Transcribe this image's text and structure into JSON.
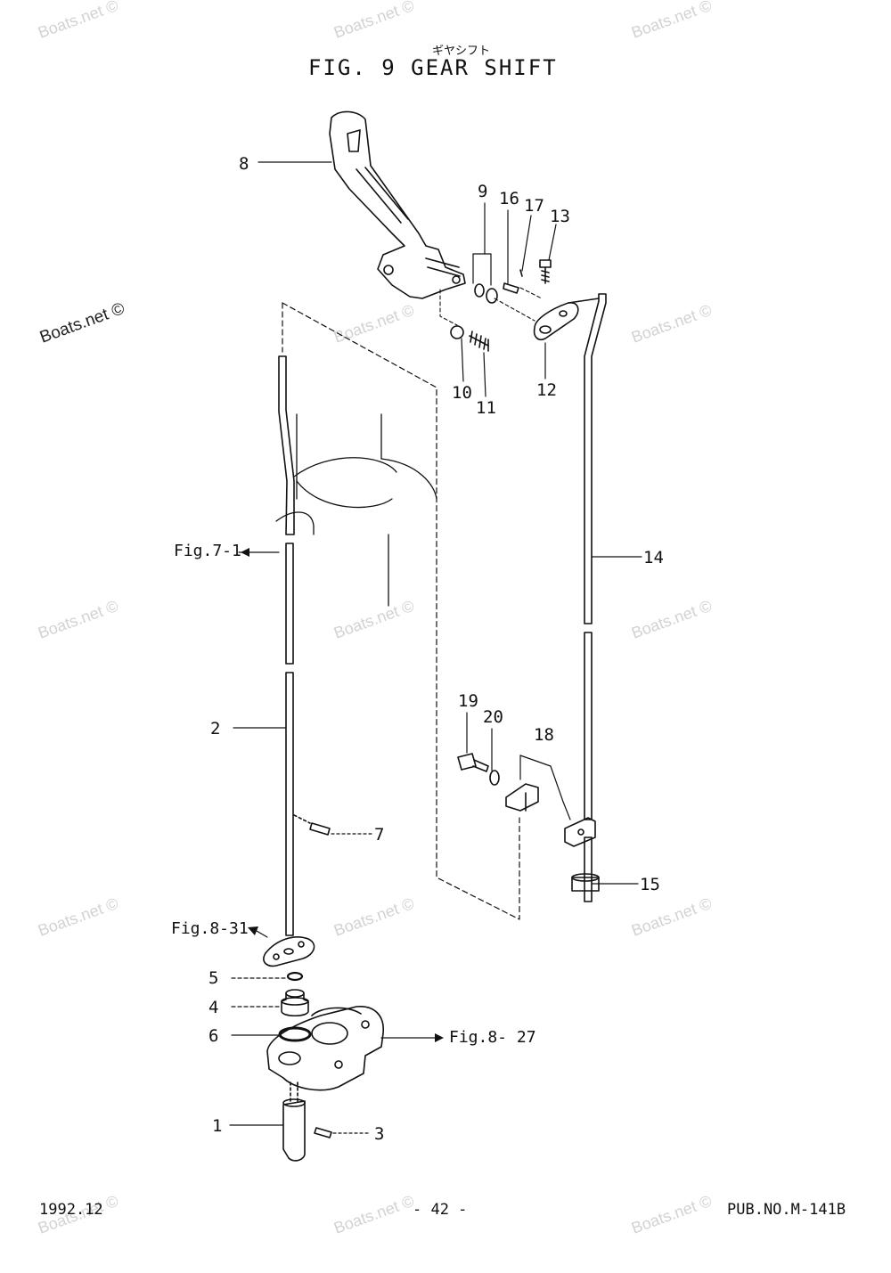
{
  "header": {
    "title_ja": "ギヤシフト",
    "title": "FIG.  9   GEAR SHIFT"
  },
  "watermark": "Boats.net ©",
  "callouts": {
    "c1": "1",
    "c2": "2",
    "c3": "3",
    "c4": "4",
    "c5": "5",
    "c6": "6",
    "c7": "7",
    "c8": "8",
    "c9": "9",
    "c10": "10",
    "c11": "11",
    "c12": "12",
    "c13": "13",
    "c14": "14",
    "c15": "15",
    "c16": "16",
    "c17": "17",
    "c18": "18",
    "c19": "19",
    "c20": "20"
  },
  "references": {
    "fig7_1": "Fig.7-1",
    "fig8_31": "Fig.8-31",
    "fig8_27": "Fig.8- 27"
  },
  "footer": {
    "date": "1992.12",
    "page": "- 42 -",
    "pub_no": "PUB.NO.M-141B"
  }
}
